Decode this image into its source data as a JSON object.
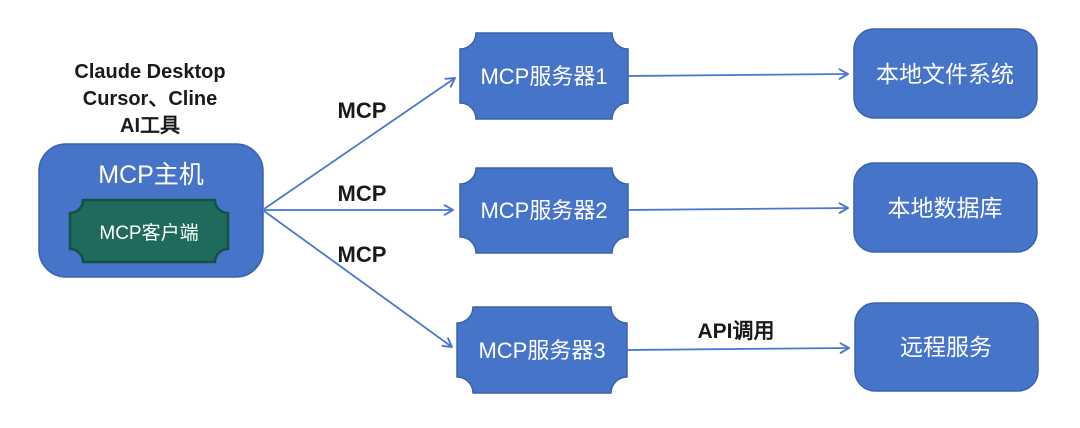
{
  "diagram": {
    "title": "MCP architecture diagram",
    "colors": {
      "box_blue": "#4674C8",
      "box_blue_border": "#3A62AE",
      "client_green": "#1E6A5C",
      "client_green_border": "#155046",
      "arrow_blue": "#4978CE",
      "text_dark": "#1a1a1a",
      "text_light": "#ffffff",
      "background": "#ffffff"
    },
    "host": {
      "caption_lines": [
        "Claude Desktop",
        "Cursor、Cline",
        "AI工具"
      ],
      "label": "MCP主机",
      "client_label": "MCP客户端"
    },
    "servers": [
      {
        "label": "MCP服务器1"
      },
      {
        "label": "MCP服务器2"
      },
      {
        "label": "MCP服务器3"
      }
    ],
    "targets": [
      {
        "label": "本地文件系统"
      },
      {
        "label": "本地数据库"
      },
      {
        "label": "远程服务"
      }
    ],
    "edges": {
      "mcp_labels": [
        "MCP",
        "MCP",
        "MCP"
      ],
      "api_label": "API调用"
    }
  }
}
